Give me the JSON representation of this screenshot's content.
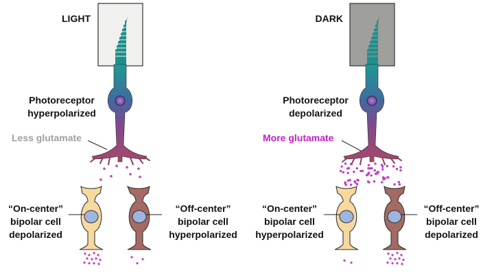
{
  "colors": {
    "glutamate": "#c13ec1",
    "less_glutamate_text": "#a0a0a0",
    "more_glutamate_text": "#c21fc2",
    "light_box": "#f0f0ee",
    "dark_box": "#9f9f9b",
    "on_center_cell": "#f7d9a0",
    "off_center_cell": "#a56a63",
    "cell_nucleus": "#9eb6df"
  },
  "panels": [
    {
      "condition": "LIGHT",
      "photoreceptor": [
        "Photoreceptor",
        "hyperpolarized"
      ],
      "glutamate": "Less glutamate",
      "on_cell": [
        "“On-center”",
        "bipolar cell",
        "depolarized"
      ],
      "off_cell": [
        "“Off-center”",
        "bipolar cell",
        "hyperpolarized"
      ]
    },
    {
      "condition": "DARK",
      "photoreceptor": [
        "Photoreceptor",
        "depolarized"
      ],
      "glutamate": "More glutamate",
      "on_cell": [
        "“On-center”",
        "bipolar cell",
        "hyperpolarized"
      ],
      "off_cell": [
        "“Off-center”",
        "bipolar cell",
        "depolarized"
      ]
    }
  ]
}
